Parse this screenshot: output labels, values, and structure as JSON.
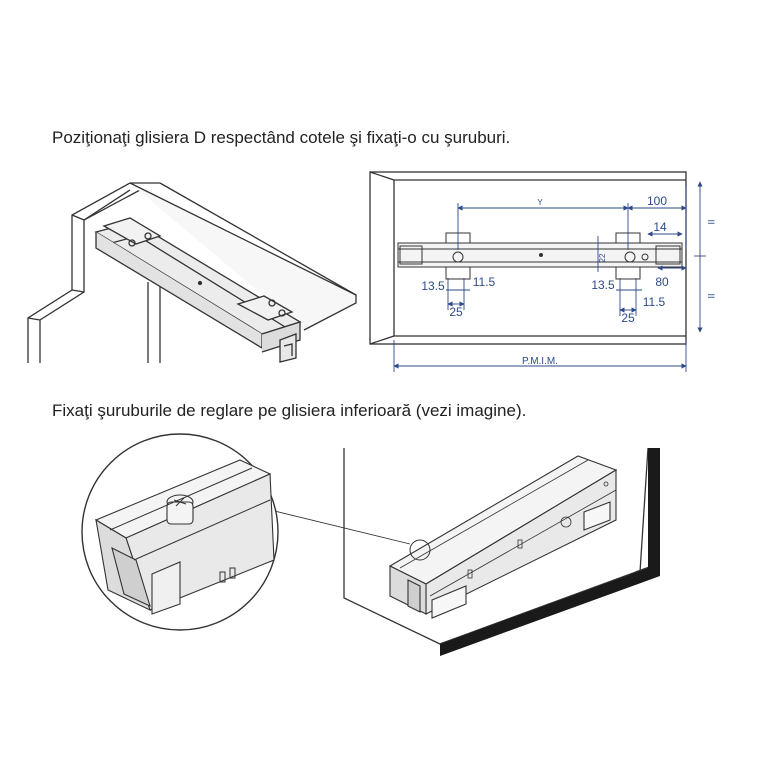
{
  "instructions": {
    "step1": "Poziţionaţi glisiera D respectând cotele şi fixaţi-o cu şuruburi.",
    "step2": "Fixaţi şuruburile de reglare pe glisiera inferioară (vezi imagine)."
  },
  "dimensions": {
    "d100": "100",
    "d14": "14",
    "dY": "Y",
    "d80": "80",
    "d13_5_left": "13.5",
    "d11_5_left": "11.5",
    "d25_left": "25",
    "d13_5_right": "13.5",
    "d11_5_right": "11.5",
    "d25_right": "25",
    "d22": "22",
    "pmim": "P.M.I.M.",
    "eq_top": "II",
    "eq_bottom": "II"
  },
  "colors": {
    "line": "#333333",
    "dimension": "#2d4a8a",
    "panel_fill": "#f4f4f4",
    "floor_fill": "#1a1a1a"
  }
}
